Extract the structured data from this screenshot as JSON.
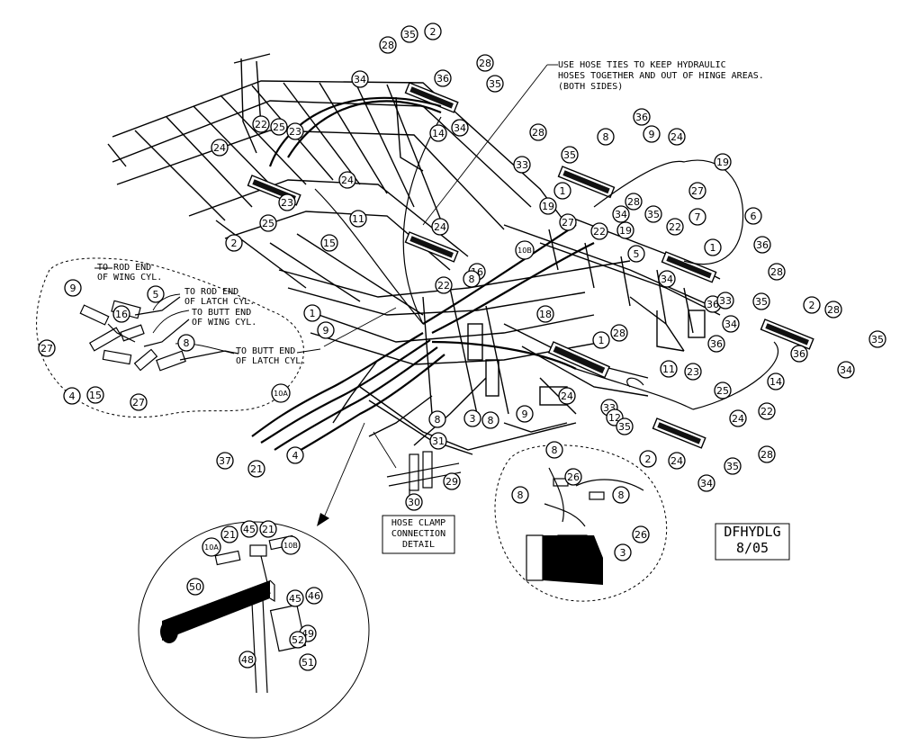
{
  "notes": {
    "hose_ties": [
      "USE HOSE TIES TO KEEP HYDRAULIC",
      "HOSES TOGETHER AND OUT OF HINGE AREAS.",
      "(BOTH SIDES)"
    ],
    "rod_end_wing": [
      "TO ROD END",
      "OF WING CYL."
    ],
    "rod_end_latch": [
      "TO ROD END",
      "OF LATCH CYL."
    ],
    "butt_end_wing": [
      "TO BUTT END",
      "OF WING CYL."
    ],
    "butt_end_latch": [
      "TO BUTT END",
      "OF LATCH CYL."
    ]
  },
  "hose_clamp_box": [
    "HOSE CLAMP",
    "CONNECTION",
    "DETAIL"
  ],
  "drawing_code": [
    "DFHYDLG",
    "8/05"
  ],
  "callouts": [
    {
      "label": "28"
    },
    {
      "label": "35"
    },
    {
      "label": "2"
    },
    {
      "label": "34"
    },
    {
      "label": "36"
    },
    {
      "label": "28"
    },
    {
      "label": "35"
    },
    {
      "label": "34"
    },
    {
      "label": "14"
    },
    {
      "label": "22"
    },
    {
      "label": "25"
    },
    {
      "label": "23"
    },
    {
      "label": "24"
    },
    {
      "label": "24"
    },
    {
      "label": "23"
    },
    {
      "label": "25"
    },
    {
      "label": "2"
    },
    {
      "label": "11"
    },
    {
      "label": "15"
    },
    {
      "label": "24"
    },
    {
      "label": "10B"
    },
    {
      "label": "16"
    },
    {
      "label": "22"
    },
    {
      "label": "8"
    },
    {
      "label": "1"
    },
    {
      "label": "9"
    },
    {
      "label": "28"
    },
    {
      "label": "36"
    },
    {
      "label": "9"
    },
    {
      "label": "24"
    },
    {
      "label": "8"
    },
    {
      "label": "35"
    },
    {
      "label": "33"
    },
    {
      "label": "1"
    },
    {
      "label": "19"
    },
    {
      "label": "27"
    },
    {
      "label": "22"
    },
    {
      "label": "28"
    },
    {
      "label": "35"
    },
    {
      "label": "34"
    },
    {
      "label": "19"
    },
    {
      "label": "27"
    },
    {
      "label": "7"
    },
    {
      "label": "22"
    },
    {
      "label": "19"
    },
    {
      "label": "5"
    },
    {
      "label": "6"
    },
    {
      "label": "1"
    },
    {
      "label": "36"
    },
    {
      "label": "34"
    },
    {
      "label": "36"
    },
    {
      "label": "33"
    },
    {
      "label": "28"
    },
    {
      "label": "35"
    },
    {
      "label": "34"
    },
    {
      "label": "2"
    },
    {
      "label": "28"
    },
    {
      "label": "35"
    },
    {
      "label": "36"
    },
    {
      "label": "36"
    },
    {
      "label": "34"
    },
    {
      "label": "14"
    },
    {
      "label": "18"
    },
    {
      "label": "1"
    },
    {
      "label": "28"
    },
    {
      "label": "11"
    },
    {
      "label": "23"
    },
    {
      "label": "25"
    },
    {
      "label": "24"
    },
    {
      "label": "22"
    },
    {
      "label": "33"
    },
    {
      "label": "12"
    },
    {
      "label": "35"
    },
    {
      "label": "24"
    },
    {
      "label": "9"
    },
    {
      "label": "8"
    },
    {
      "label": "3"
    },
    {
      "label": "8"
    },
    {
      "label": "2"
    },
    {
      "label": "24"
    },
    {
      "label": "34"
    },
    {
      "label": "35"
    },
    {
      "label": "28"
    },
    {
      "label": "9"
    },
    {
      "label": "5"
    },
    {
      "label": "16"
    },
    {
      "label": "27"
    },
    {
      "label": "4"
    },
    {
      "label": "15"
    },
    {
      "label": "27"
    },
    {
      "label": "8"
    },
    {
      "label": "10A"
    },
    {
      "label": "37"
    },
    {
      "label": "21"
    },
    {
      "label": "4"
    },
    {
      "label": "31"
    },
    {
      "label": "29"
    },
    {
      "label": "30"
    },
    {
      "label": "8"
    },
    {
      "label": "8"
    },
    {
      "label": "26"
    },
    {
      "label": "8"
    },
    {
      "label": "26"
    },
    {
      "label": "3"
    },
    {
      "label": "10A"
    },
    {
      "label": "21"
    },
    {
      "label": "45"
    },
    {
      "label": "21"
    },
    {
      "label": "10B"
    },
    {
      "label": "50"
    },
    {
      "label": "45"
    },
    {
      "label": "46"
    },
    {
      "label": "49"
    },
    {
      "label": "52"
    },
    {
      "label": "48"
    },
    {
      "label": "51"
    }
  ]
}
